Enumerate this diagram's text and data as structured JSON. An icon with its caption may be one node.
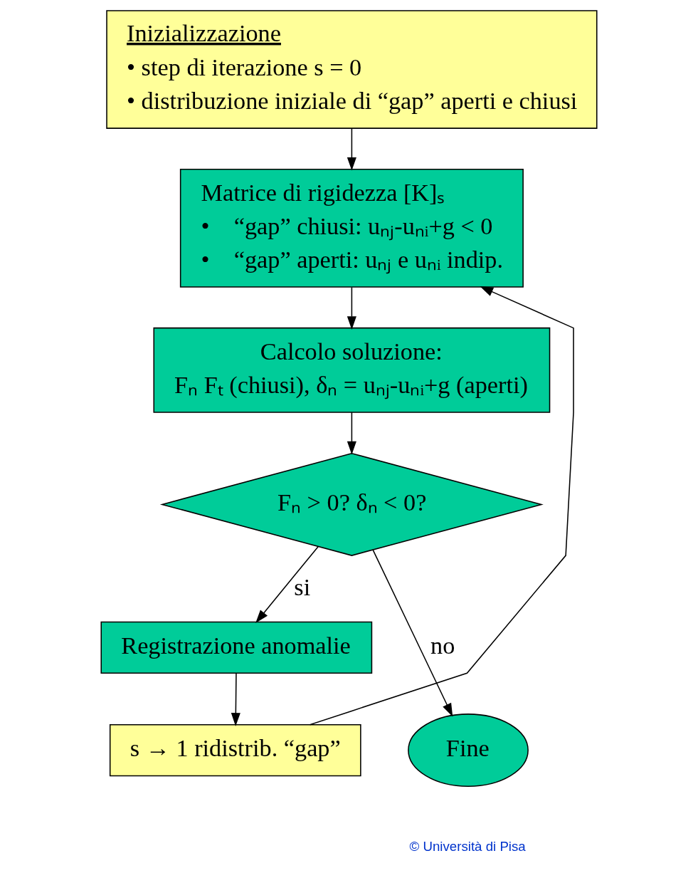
{
  "diagram": {
    "nodes": [
      {
        "text": [
          "Inizializzazione",
          "• step di iterazione s = 0",
          "• distribuzione iniziale di “gap” aperti e chiusi"
        ]
      },
      {
        "text": [
          "Matrice di rigidezza [K]ₛ",
          "•    “gap” chiusi: uₙⱼ-uₙᵢ+g < 0",
          "•    “gap” aperti: uₙⱼ e uₙᵢ indip."
        ]
      },
      {
        "text": [
          "Calcolo soluzione:",
          "Fₙ Fₜ (chiusi), δₙ = uₙⱼ-uₙᵢ+g (aperti)"
        ]
      },
      {
        "text": [
          "Fₙ > 0? δₙ < 0?"
        ]
      },
      {
        "text": [
          "Registrazione anomalie"
        ]
      },
      {
        "text": [
          "s → 1 ridistrib. “gap”"
        ]
      },
      {
        "text": [
          "Fine"
        ]
      }
    ],
    "edges": [
      {
        "from": 0,
        "to": 1,
        "arrow": "to"
      },
      {
        "from": 1,
        "to": 2,
        "arrow": "to"
      },
      {
        "from": 2,
        "to": 3,
        "arrow": "to"
      },
      {
        "from": 3,
        "to": 4,
        "arrow": "to",
        "label": "si"
      },
      {
        "from": 3,
        "to": 6,
        "arrow": "to",
        "label": "no"
      },
      {
        "from": 4,
        "to": 5,
        "arrow": "to"
      },
      {
        "from": 5,
        "to": 1,
        "arrow": "to"
      }
    ],
    "labels": [
      "© Università di Pisa"
    ]
  }
}
